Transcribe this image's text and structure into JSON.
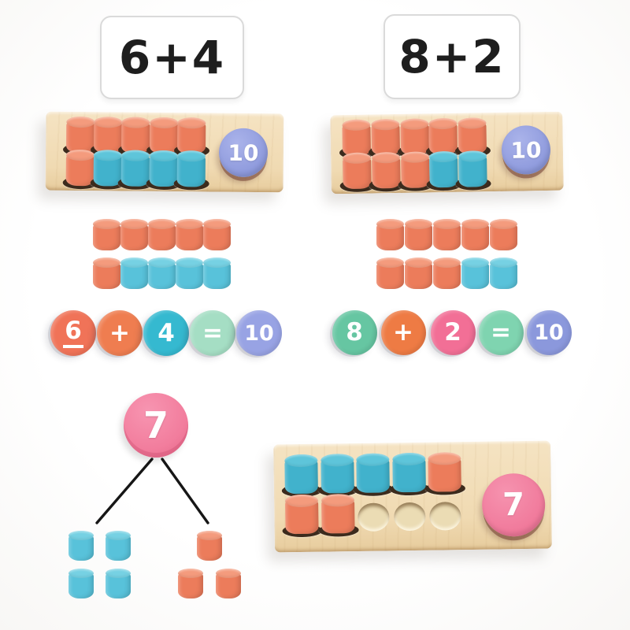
{
  "palette": {
    "orange": "#EC7C5B",
    "orange_top": "#F49B7D",
    "teal": "#41B2CC",
    "teal_top": "#5EC5DA",
    "teal_light": "#58C2DA",
    "teal_light_top": "#76D1E3",
    "wood": "#F0DAB2",
    "hole_dark": "#3C2B1D",
    "hole_empty": "#EBDCB4",
    "card_border": "#DADADA",
    "card_text": "#1E1E1E",
    "line": "#161616",
    "text_on_disc": "#FFFFFF"
  },
  "cards": [
    {
      "label": "6+4"
    },
    {
      "label": "8+2"
    }
  ],
  "boards": [
    {
      "disc_label": "10",
      "disc_color": "#8D99DC",
      "disc_color_light": "#AAB3EA",
      "rows": [
        [
          "orange",
          "orange",
          "orange",
          "orange",
          "orange"
        ],
        [
          "orange",
          "teal",
          "teal",
          "teal",
          "teal"
        ]
      ]
    },
    {
      "disc_label": "10",
      "disc_color": "#8D99DC",
      "disc_color_light": "#AAB3EA",
      "rows": [
        [
          "orange",
          "orange",
          "orange",
          "orange",
          "orange"
        ],
        [
          "orange",
          "orange",
          "orange",
          "teal",
          "teal"
        ]
      ]
    },
    {
      "disc_label": "7",
      "disc_color": "#F0789A",
      "disc_color_light": "#F693AF",
      "rows": [
        [
          "teal",
          "teal",
          "teal",
          "teal",
          "orange"
        ],
        [
          "orange",
          "orange",
          "empty",
          "empty",
          "empty"
        ]
      ]
    }
  ],
  "loose_groups": [
    {
      "rows": [
        [
          "orange",
          "orange",
          "orange",
          "orange",
          "orange"
        ],
        [
          "orange",
          "teal_light",
          "teal_light",
          "teal_light",
          "teal_light"
        ]
      ]
    },
    {
      "rows": [
        [
          "orange",
          "orange",
          "orange",
          "orange",
          "orange"
        ],
        [
          "orange",
          "orange",
          "orange",
          "teal_light",
          "teal_light"
        ]
      ]
    }
  ],
  "equations": [
    {
      "tokens": [
        {
          "text": "6",
          "color": "#F07358",
          "underline": true
        },
        {
          "text": "+",
          "color": "#EF7D50"
        },
        {
          "text": "4",
          "color": "#35B9D0"
        },
        {
          "text": "=",
          "color": "#A5DEC4"
        },
        {
          "text": "10",
          "color": "#98A3E4"
        }
      ]
    },
    {
      "tokens": [
        {
          "text": "8",
          "color": "#66C6A2"
        },
        {
          "text": "+",
          "color": "#EE7B44"
        },
        {
          "text": "2",
          "color": "#F26F96"
        },
        {
          "text": "=",
          "color": "#7FD4B0"
        },
        {
          "text": "10",
          "color": "#8B98DC"
        }
      ]
    }
  ],
  "number_bond": {
    "total": "7",
    "circle_color": "#F27D9D",
    "left_color": "teal_light",
    "left_count": 4,
    "right_color": "orange",
    "right_count": 3
  }
}
